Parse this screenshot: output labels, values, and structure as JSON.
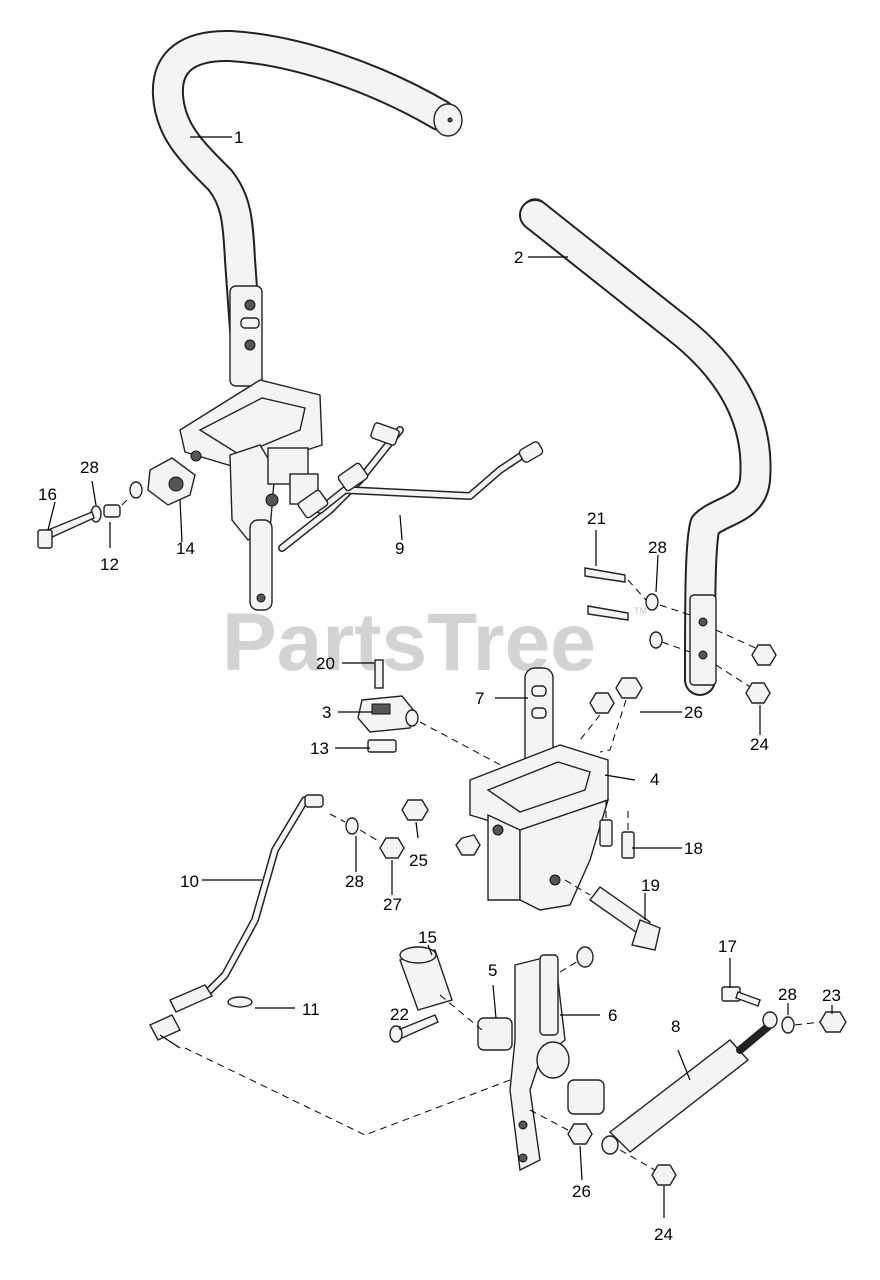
{
  "watermark": {
    "text": "PartsTree",
    "trademark": "TM"
  },
  "callouts": [
    "1",
    "2",
    "3",
    "4",
    "5",
    "6",
    "7",
    "8",
    "9",
    "10",
    "11",
    "12",
    "13",
    "14",
    "15",
    "16",
    "17",
    "18",
    "19",
    "20",
    "21",
    "22",
    "23",
    "24",
    "25",
    "26",
    "27",
    "28"
  ]
}
